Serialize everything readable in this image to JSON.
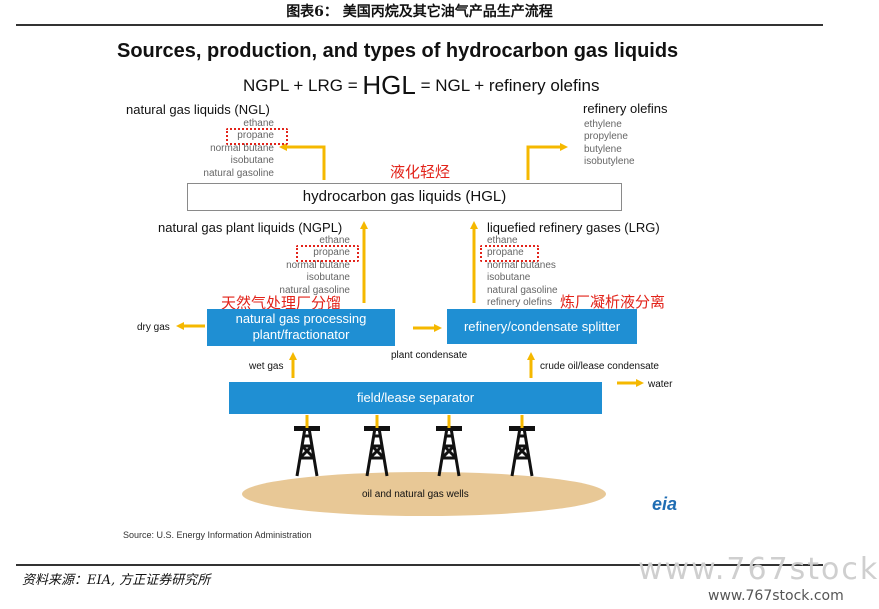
{
  "figure_header": "图表6： 美国丙烷及其它油气产品生产流程",
  "title": "Sources, production, and types of hydrocarbon gas liquids",
  "formula": {
    "left": "NGPL + LRG = ",
    "center": "HGL",
    "right": " = NGL + refinery olefins"
  },
  "ngl": {
    "heading": "natural gas liquids (NGL)",
    "items": [
      "ethane",
      "propane",
      "normal butane",
      "isobutane",
      "natural gasoline"
    ]
  },
  "olefins": {
    "heading": "refinery olefins",
    "items": [
      "ethylene",
      "propylene",
      "butylene",
      "isobutylene"
    ]
  },
  "cn_labels": {
    "hgl": "液化轻烃",
    "plant": "天然气处理厂分馏",
    "refinery": "炼厂凝析液分离"
  },
  "hgl_box": "hydrocarbon gas liquids (HGL)",
  "ngpl": {
    "heading": "natural gas plant liquids (NGPL)",
    "items": [
      "ethane",
      "propane",
      "normal butane",
      "isobutane",
      "natural gasoline"
    ]
  },
  "lrg": {
    "heading": "liquefied refinery gases (LRG)",
    "items": [
      "ethane",
      "propane",
      "normal butanes",
      "isobutane",
      "natural gasoline",
      "refinery olefins"
    ]
  },
  "plant_box": {
    "line1": "natural gas processing",
    "line2": "plant/fractionator"
  },
  "refinery_box": "refinery/condensate splitter",
  "separator_box": "field/lease separator",
  "flows": {
    "dry_gas": "dry gas",
    "wet_gas": "wet gas",
    "plant_condensate": "plant condensate",
    "crude": "crude oil/lease condensate",
    "water": "water"
  },
  "wells": "oil and natural gas wells",
  "logo": "eia",
  "source": "Source: U.S. Energy Information Administration",
  "footer": "资料来源：EIA, 方正证券研究所",
  "watermark": {
    "line1": "www.767stock",
    "line2": "www.767stock.com"
  },
  "colors": {
    "accent_blue": "#1f8fd3",
    "arrow_yellow": "#f5b800",
    "highlight_red": "#e2231a",
    "wells_tan": "#e8c896"
  }
}
